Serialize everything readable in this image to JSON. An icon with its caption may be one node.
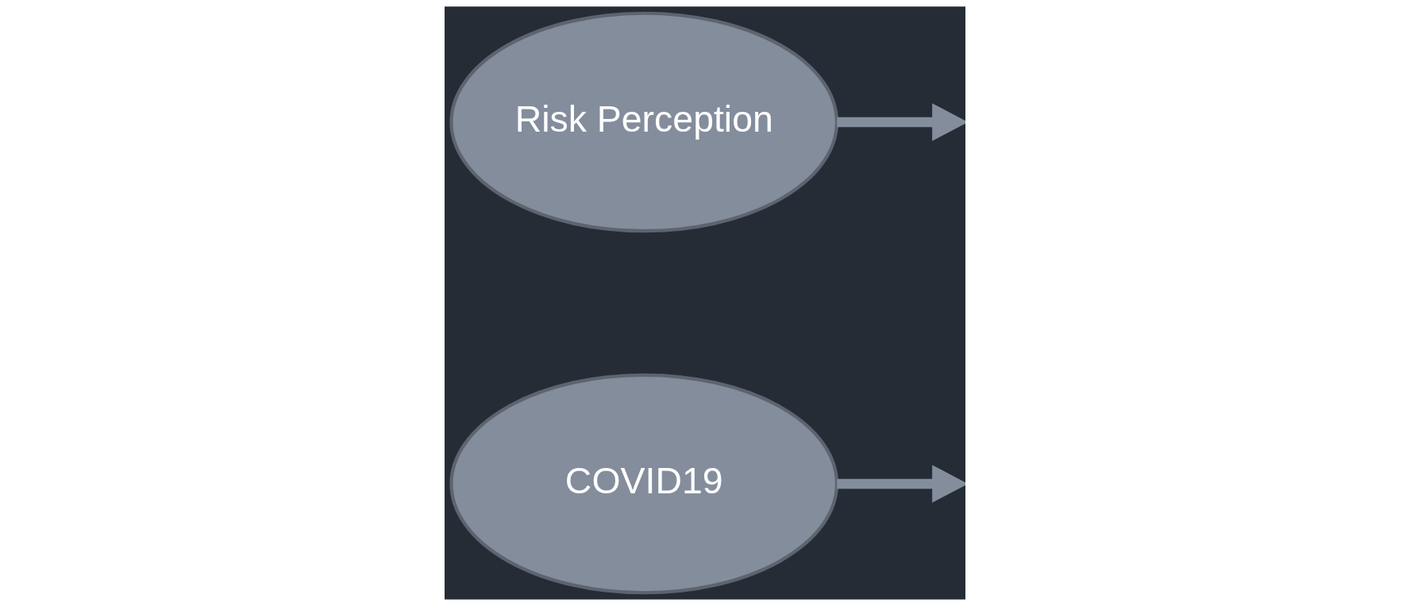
{
  "diagram": {
    "nodes": [
      {
        "text": [
          "Risk Perception"
        ]
      },
      {
        "text": [
          "COVID19"
        ]
      }
    ],
    "edges": [
      {
        "from": 0,
        "to": null,
        "arrow": "to"
      },
      {
        "from": 1,
        "to": null,
        "arrow": "to"
      }
    ]
  }
}
